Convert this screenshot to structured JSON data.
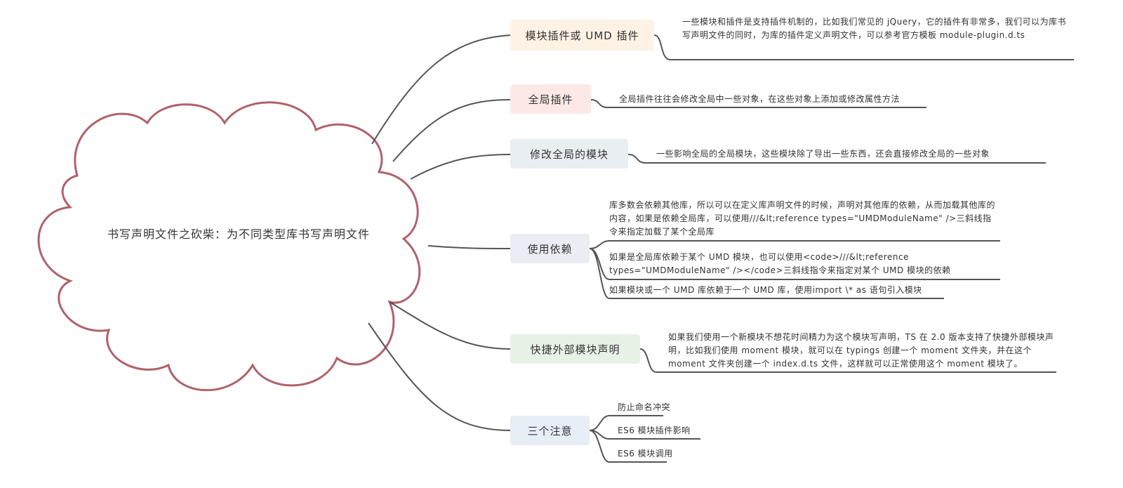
{
  "root": {
    "title": "书写声明文件之砍柴：为不同类型库书写声明文件"
  },
  "branches": [
    {
      "label": "模块插件或 UMD 插件",
      "color": "#fdf2e4",
      "details": [
        "一些模块和插件是支持插件机制的，比如我们常见的 jQuery，它的插件有非常多，我们可以为库书写声明文件的同时，为库的插件定义声明文件，可以参考官方模板 module-plugin.d.ts"
      ]
    },
    {
      "label": "全局插件",
      "color": "#fce9e6",
      "details": [
        "全局插件往往会修改全局中一些对象，在这些对象上添加或修改属性方法"
      ]
    },
    {
      "label": "修改全局的模块",
      "color": "#e9eef2",
      "details": [
        "一些影响全局的全局模块，这些模块除了导出一些东西，还会直接修改全局的一些对象"
      ]
    },
    {
      "label": "使用依赖",
      "color": "#ececf4",
      "details": [
        "库多数会依赖其他库，所以可以在定义库声明文件的时候，声明对其他库的依赖，从而加载其他库的内容，如果是依赖全局库，可以使用///&lt;reference types=\"UMDModuleName\" />三斜线指令来指定加载了某个全局库",
        "如果是全局库依赖于某个 UMD 模块，也可以使用<code>///&lt;reference types=\"UMDModuleName\" /></code>三斜线指令来指定对某个 UMD 模块的依赖",
        "如果模块或一个 UMD 库依赖于一个 UMD 库，使用import \\* as 语句引入模块"
      ]
    },
    {
      "label": "快捷外部模块声明",
      "color": "#e7f2e7",
      "details": [
        "如果我们使用一个新模块不想花时间精力为这个模块写声明，TS 在 2.0 版本支持了快捷外部模块声明，比如我们使用 moment 模块，就可以在 typings 创建一个 moment 文件夹，并在这个 moment 文件夹创建一个 index.d.ts 文件，这样就可以正常使用这个 moment 模块了。"
      ]
    },
    {
      "label": "三个注意",
      "color": "#e7eef5",
      "details": [
        "防止命名冲突",
        "ES6 模块插件影响",
        "ES6 模块调用"
      ]
    }
  ]
}
